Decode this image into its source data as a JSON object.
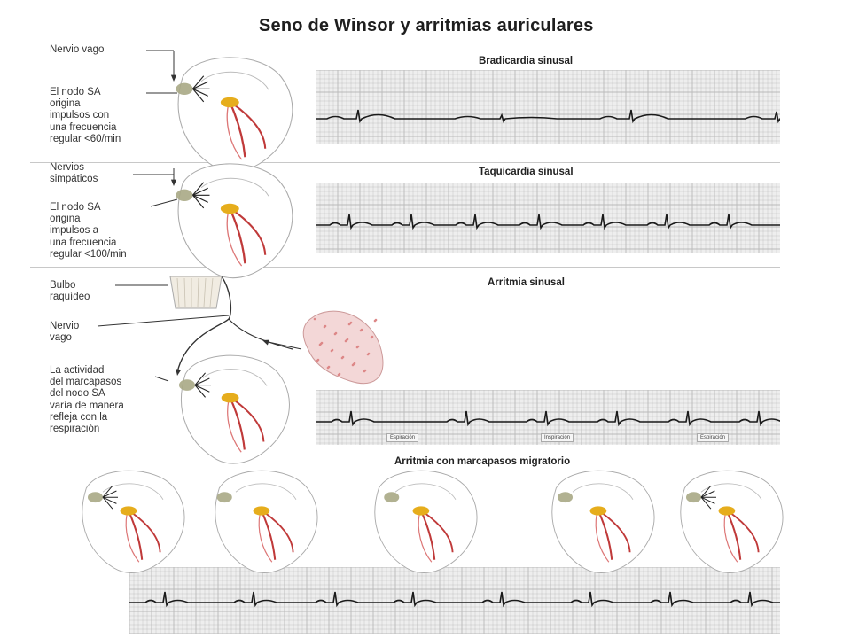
{
  "title": "Seno de Winsor y arritmias auriculares",
  "sections": [
    {
      "id": "bradicardia",
      "title": "Bradicardia sinusal",
      "labels": {
        "nerve": "Nervio vago",
        "node": "El nodo SA\norigina\nimpulsos con\nuna frecuencia\nregular <60/min"
      }
    },
    {
      "id": "taquicardia",
      "title": "Taquicardia sinusal",
      "labels": {
        "nerve": "Nervios\nsimpáticos",
        "node": "El nodo SA\norigina\nimpulsos a\nuna frecuencia\nregular <100/min"
      }
    },
    {
      "id": "arritmia",
      "title": "Arritmia sinusal",
      "labels": {
        "bulbo": "Bulbo\nraquídeo",
        "nerve": "Nervio\nvago",
        "node": "La actividad\ndel marcapasos\ndel nodo SA\nvaría de manera\nrefleja con la\nrespiración"
      },
      "respiration_tags": [
        "Espiración",
        "Inspiración",
        "Espiración"
      ]
    },
    {
      "id": "migratorio",
      "title": "Arritmia con marcapasos migratorio"
    }
  ],
  "colors": {
    "grid_bg": "#eeeeee",
    "grid_line": "#b9b9b9",
    "trace": "#1a1a1a",
    "node_olive": "#a9a985",
    "conduction_yellow": "#e6ad1c",
    "conduction_red": "#c03a3a"
  }
}
